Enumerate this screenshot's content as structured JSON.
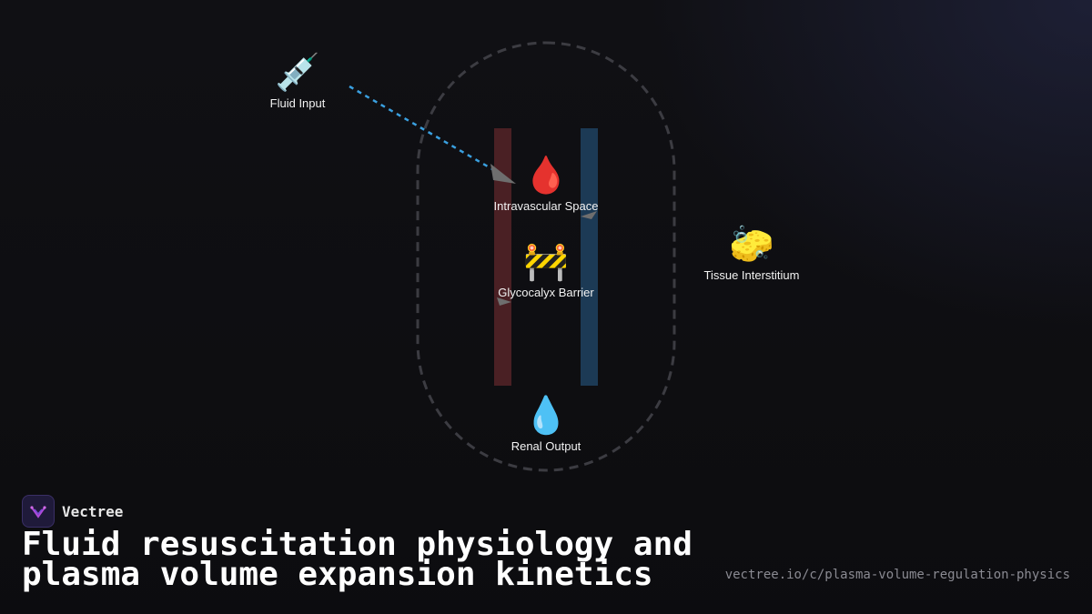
{
  "diagram": {
    "nodes": [
      {
        "id": "fluid-input",
        "emoji": "💉",
        "label": "Fluid Input"
      },
      {
        "id": "intravascular",
        "emoji": "🩸",
        "label": "Intravascular Space"
      },
      {
        "id": "glycocalyx",
        "emoji": "🚧",
        "label": "Glycocalyx Barrier"
      },
      {
        "id": "tissue",
        "emoji": "🧽",
        "label": "Tissue Interstitium"
      },
      {
        "id": "renal",
        "emoji": "💧",
        "label": "Renal Output"
      }
    ],
    "colors": {
      "vessel_left": "#4a2024",
      "vessel_right": "#1c3a55",
      "flow_arrow": "#3aa0e0",
      "boundary": "#3c3c42"
    }
  },
  "brand": {
    "name": "Vectree"
  },
  "title": "Fluid resuscitation physiology and plasma volume expansion kinetics",
  "url": "vectree.io/c/plasma-volume-regulation-physics"
}
